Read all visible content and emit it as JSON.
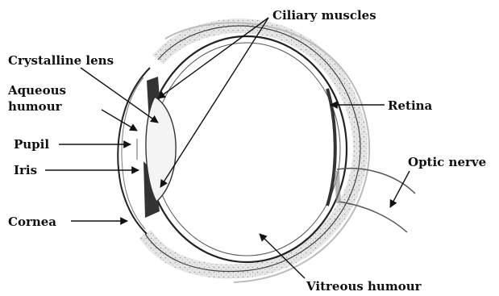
{
  "labels": {
    "ciliary_muscles": "Ciliary muscles",
    "crystalline_lens": "Crystalline lens",
    "aqueous_line1": "Aqueous",
    "aqueous_line2": "humour",
    "pupil": "Pupil",
    "iris": "Iris",
    "cornea": "Cornea",
    "retina": "Retina",
    "optic_nerve": "Optic nerve",
    "vitreous_humour": "Vitreous humour"
  }
}
